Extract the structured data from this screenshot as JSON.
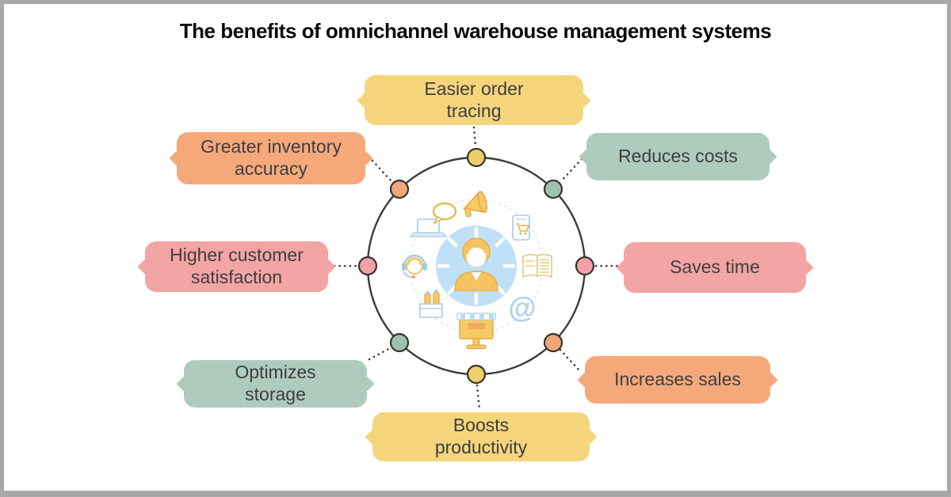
{
  "title": "The benefits of omnichannel warehouse management systems",
  "benefits": [
    {
      "label": "Easier order\ntracing",
      "position": "top",
      "color": "#F4D57C"
    },
    {
      "label": "Greater inventory\naccuracy",
      "position": "top-left",
      "color": "#F5A97B"
    },
    {
      "label": "Reduces costs",
      "position": "top-right",
      "color": "#AECBBE"
    },
    {
      "label": "Higher customer\nsatisfaction",
      "position": "left",
      "color": "#F3A4A4"
    },
    {
      "label": "Saves time",
      "position": "right",
      "color": "#F3A4A4"
    },
    {
      "label": "Optimizes\nstorage",
      "position": "bottom-left",
      "color": "#AECBBE"
    },
    {
      "label": "Increases sales",
      "position": "bottom-right",
      "color": "#F5A97B"
    },
    {
      "label": "Boosts\nproductivity",
      "position": "bottom",
      "color": "#F4D57C"
    }
  ],
  "hub": {
    "at_symbol": "@",
    "center_icon": "person-icon",
    "ring_icons": [
      "megaphone-icon",
      "laptop-chat-icon",
      "phone-cart-icon",
      "headset-agent-icon",
      "open-book-icon",
      "shopping-bags-icon",
      "storefront-icon",
      "at-sign-icon"
    ],
    "dot_colors": {
      "top": "#EDCE6B",
      "top-right": "#9EC2B1",
      "right": "#F1A2A6",
      "bottom-right": "#F0A677",
      "bottom": "#EDCE6B",
      "bottom-left": "#9EC2B1",
      "left": "#F1A2A6",
      "top-left": "#F0A677"
    }
  },
  "colors": {
    "frame": "#A8A8A8",
    "text": "#3F3E3E",
    "circle_stroke": "#3C3C3B",
    "center_blue": "#BFE0F7",
    "icon_yellow": "#F6CA62",
    "icon_yellow_stroke": "#E2A648",
    "icon_blue": "#A9CBE4"
  }
}
